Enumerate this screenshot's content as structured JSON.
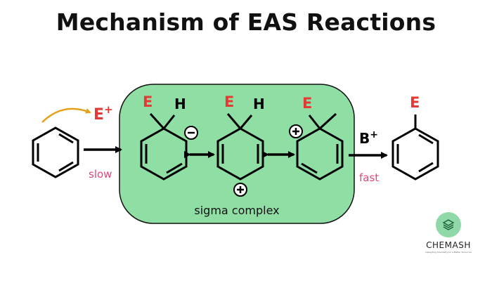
{
  "title": "Mechanism of EAS Reactions",
  "electrophile": {
    "symbol": "E",
    "charge": "+"
  },
  "steps": {
    "slow": "slow",
    "fast": "fast"
  },
  "base": {
    "symbol": "B",
    "charge": "+"
  },
  "structures": {
    "substituent_label": "E",
    "hydrogen_label": "H",
    "negative_charge": "−",
    "positive_charge": "+"
  },
  "sigma_complex_label": "sigma complex",
  "brand": {
    "name": "CHEMASH",
    "tagline": "Catalyzing Chemistry for a Better Tomorrow"
  },
  "colors": {
    "electrophile_red": "#e53935",
    "step_label_pink": "#e0457b",
    "sigma_complex_green": "#8fdfa4",
    "curved_arrow_gold": "#e3a21a"
  }
}
